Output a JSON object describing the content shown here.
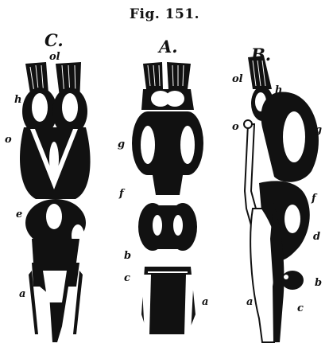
{
  "figure": {
    "title": "Fig. 151."
  },
  "panels": [
    {
      "letter": "C.",
      "labels": [
        "ol",
        "h",
        "o",
        "e",
        "a"
      ]
    },
    {
      "letter": "A.",
      "labels": [
        "g",
        "f",
        "b",
        "c",
        "a"
      ]
    },
    {
      "letter": "B.",
      "labels": [
        "ol",
        "h",
        "o",
        "g",
        "f",
        "d",
        "a",
        "b",
        "c"
      ]
    }
  ]
}
